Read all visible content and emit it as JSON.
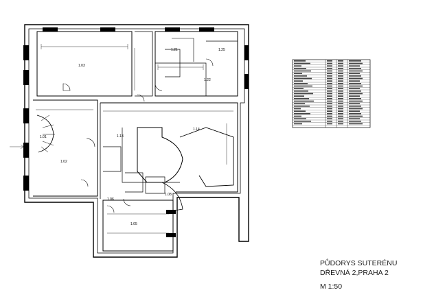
{
  "drawing": {
    "title_line1": "PŮDORYS SUTERÉNU",
    "title_line2": "DŘEVNÁ 2,PRAHA 2",
    "scale": "M 1:50"
  },
  "rooms": [
    {
      "id": "room-1-03",
      "label": "1.03"
    },
    {
      "id": "room-1-21",
      "label": "1.21"
    },
    {
      "id": "room-1-25",
      "label": "1.25"
    },
    {
      "id": "room-1-22",
      "label": "1.22"
    },
    {
      "id": "room-1-01",
      "label": "1.01"
    },
    {
      "id": "room-1-02",
      "label": "1.02"
    },
    {
      "id": "room-1-13",
      "label": "1.13"
    },
    {
      "id": "room-1-14",
      "label": "1.14"
    },
    {
      "id": "room-1-05",
      "label": "1.05"
    },
    {
      "id": "room-1-06",
      "label": "1.06"
    },
    {
      "id": "room-1-08",
      "label": "1.08"
    }
  ],
  "legend_table": {
    "row_count": 26,
    "column_count": 4
  }
}
